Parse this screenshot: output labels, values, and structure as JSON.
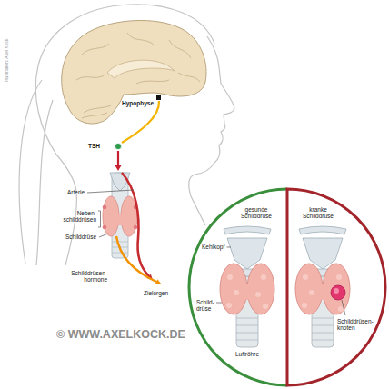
{
  "diagram": {
    "nodes": [
      {
        "text": [
          "gesunde Schilddrüse"
        ]
      },
      {
        "text": [
          "kranke Schilddrüse"
        ]
      }
    ],
    "labels": [
      "Illustration: Axel Kock",
      "Hypophyse",
      "TSH",
      "Arterie",
      "Neben- schilddrüsen",
      "Schilddrüse",
      "Schilddrüsen- hormone",
      "Zielorgen",
      "© WWW.AXELKOCK.DE",
      "Kehlkopf",
      "Schild- drüse",
      "Luftröhre",
      "Schilddrüsen- knoten"
    ]
  }
}
